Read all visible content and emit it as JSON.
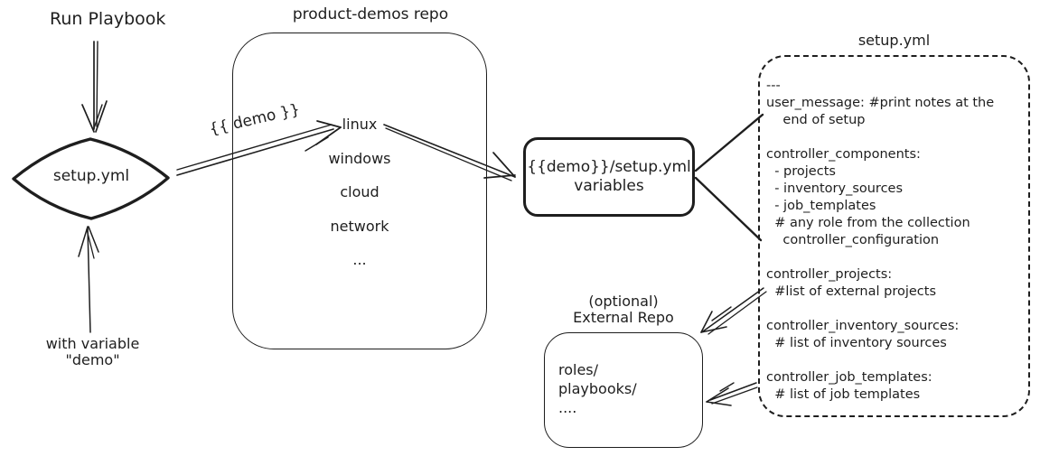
{
  "colors": {
    "ink": "#1e1e1e",
    "background": "#ffffff"
  },
  "run_playbook": {
    "label": "Run Playbook"
  },
  "start_diamond": {
    "label": "setup.yml"
  },
  "with_variable": {
    "label": "with variable\n\"demo\""
  },
  "demo_arrow": {
    "label": "{{ demo }}"
  },
  "repo": {
    "title": "product-demos repo",
    "items": [
      "linux",
      "windows",
      "cloud",
      "network",
      "..."
    ]
  },
  "variables_box": {
    "label": "{{demo}}/setup.yml\nvariables"
  },
  "setup_file": {
    "title": "setup.yml",
    "content": "---\nuser_message: #print notes at the\n    end of setup\n\ncontroller_components:\n  - projects\n  - inventory_sources\n  - job_templates\n  # any role from the collection\n    controller_configuration\n\ncontroller_projects:\n  #list of external projects\n\ncontroller_inventory_sources:\n  # list of inventory sources\n\ncontroller_job_templates:\n  # list of job templates"
  },
  "external_repo": {
    "title": "(optional)\nExternal Repo",
    "content": "roles/\nplaybooks/\n...."
  }
}
